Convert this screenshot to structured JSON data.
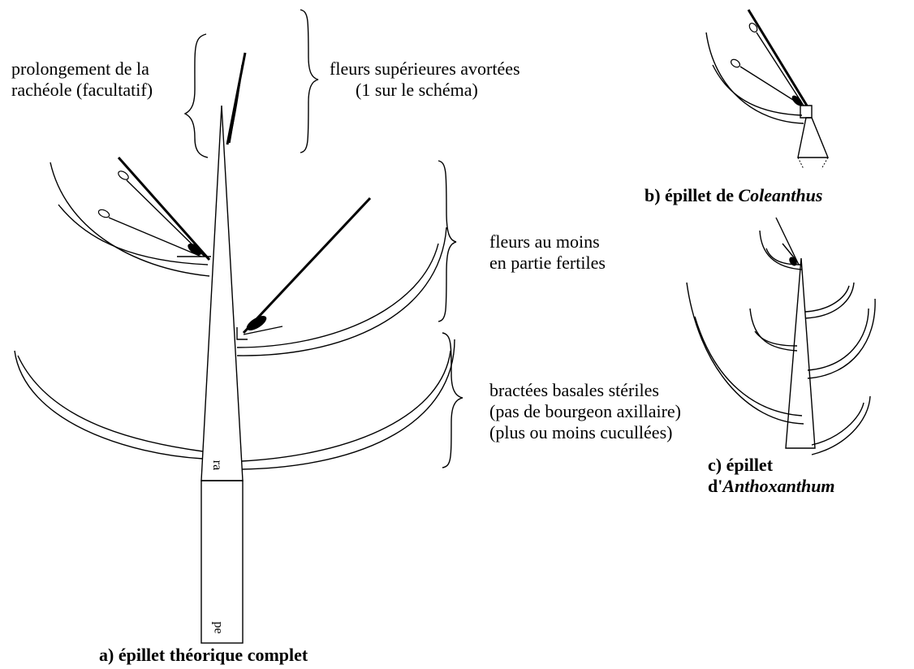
{
  "diagram": {
    "labels": {
      "prolongement_line1": "prolongement de la",
      "prolongement_line2": "rachéole (facultatif)",
      "fleurs_sup_line1": "fleurs supérieures avortées",
      "fleurs_sup_line2": "(1 sur le schéma)",
      "fleurs_fert_line1": "fleurs au moins",
      "fleurs_fert_line2": "en partie fertiles",
      "bracts_line1": "bractées basales stériles",
      "bracts_line2": "(pas de bourgeon axillaire)",
      "bracts_line3": "(plus ou moins cucullées)",
      "mark_ra": "ra",
      "mark_pe": "pe"
    },
    "captions": {
      "a": "a) épillet théorique complet",
      "b_prefix": "b) épillet de ",
      "b_genus": "Coleanthus",
      "c_line1": "c) épillet",
      "c_prefix": "d'",
      "c_genus": "Anthoxanthum"
    }
  }
}
